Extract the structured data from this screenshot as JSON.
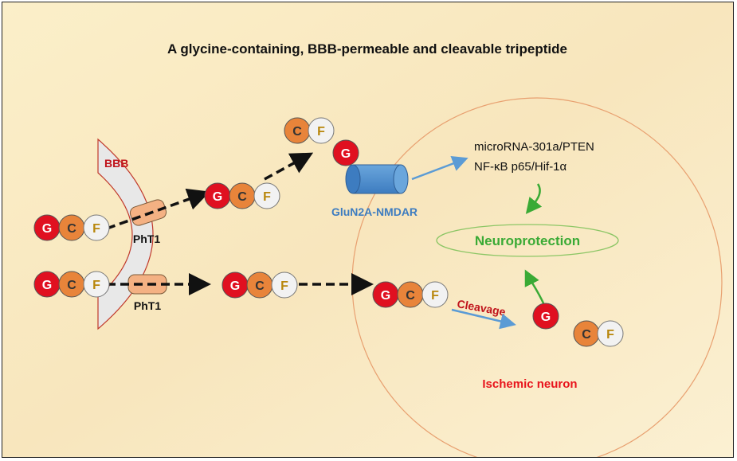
{
  "title": "A glycine-containing, BBB-permeable and cleavable tripeptide",
  "residues": {
    "g": "G",
    "c": "C",
    "f": "F"
  },
  "bbb_label": "BBB",
  "transporter_upper": "PhT1",
  "transporter_lower": "PhT1",
  "receptor_label": "GluN2A-NMDAR",
  "pathway_line1": "microRNA-301a/PTEN",
  "pathway_line2": "NF-κB p65/Hif-1α",
  "neuroprotection_label": "Neuroprotection",
  "cleavage_label": "Cleavage",
  "cell_label": "Ischemic neuron",
  "colors": {
    "glycine": "#e01020",
    "cysteine": "#e8843a",
    "phenylalanine": "#f2f2f2",
    "bbb_text": "#c0141c",
    "receptor": "#5b9bd5",
    "neuroprotection": "#3aaa35",
    "ischemic_text": "#e8141c"
  }
}
